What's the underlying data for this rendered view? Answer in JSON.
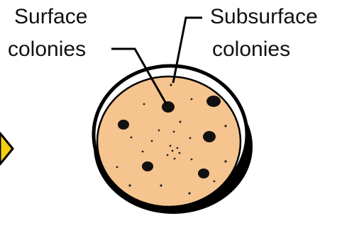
{
  "labels": {
    "surface_line1": "Surface",
    "surface_line2": "colonies",
    "subsurface_line1": "Subsurface",
    "subsurface_line2": "colonies"
  },
  "colors": {
    "agar": "#F6C48E",
    "colony": "#111111",
    "arrow": "#F2D010",
    "outline": "#000000",
    "background": "#FFFFFF"
  }
}
